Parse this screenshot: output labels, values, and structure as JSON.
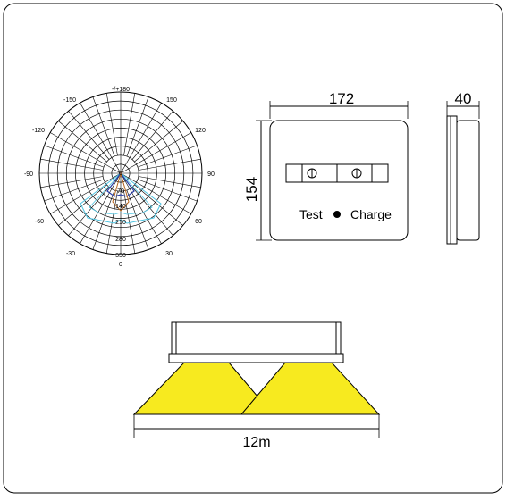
{
  "polar": {
    "angle_labels": [
      "-/+180",
      "-150",
      "150",
      "-120",
      "120",
      "-90",
      "90",
      "-60",
      "60",
      "-30",
      "30",
      "0"
    ],
    "radial_labels": [
      "0",
      "70",
      "140",
      "210",
      "280",
      "350"
    ],
    "colors": {
      "grid": "#000000",
      "curve_cyan": "#4fc3e0",
      "curve_blue": "#2a3fa8",
      "curve_brown": "#b5651d"
    }
  },
  "front_view": {
    "width_label": "172",
    "height_label": "154",
    "test_label": "Test",
    "charge_label": "Charge"
  },
  "side_view": {
    "depth_label": "40"
  },
  "coverage": {
    "distance_label": "12m",
    "beam_color": "#f7ea1f"
  }
}
